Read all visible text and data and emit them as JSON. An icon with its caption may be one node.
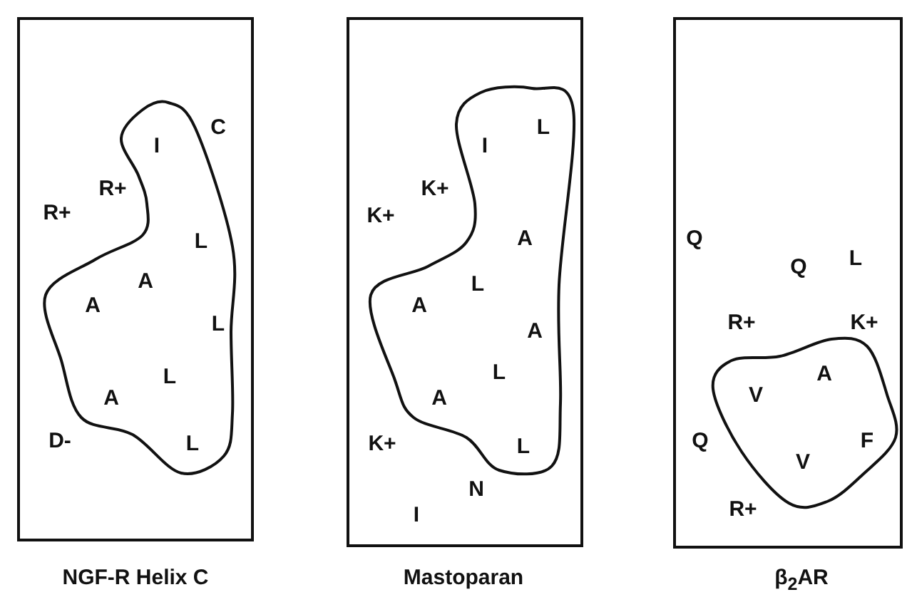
{
  "diagram": {
    "nodes": [
      {
        "text": [
          "NGF-R Helix C",
          "C",
          "R+",
          "R+",
          "D-"
        ]
      },
      {
        "text": [
          "I",
          "L",
          "A",
          "A",
          "L",
          "L",
          "A",
          "L"
        ],
        "in": 0
      },
      {
        "text": [
          "Mastoparan",
          "K+",
          "K+",
          "K+",
          "N",
          "I"
        ]
      },
      {
        "text": [
          "L",
          "I",
          "A",
          "L",
          "A",
          "A",
          "L",
          "A",
          "L"
        ],
        "in": 2
      },
      {
        "text": [
          "β$_{2}$AR",
          "Q",
          "L",
          "Q",
          "R+",
          "K+",
          "Q",
          "R+"
        ]
      },
      {
        "text": [
          "A",
          "V",
          "F",
          "V"
        ],
        "in": 4
      }
    ]
  }
}
